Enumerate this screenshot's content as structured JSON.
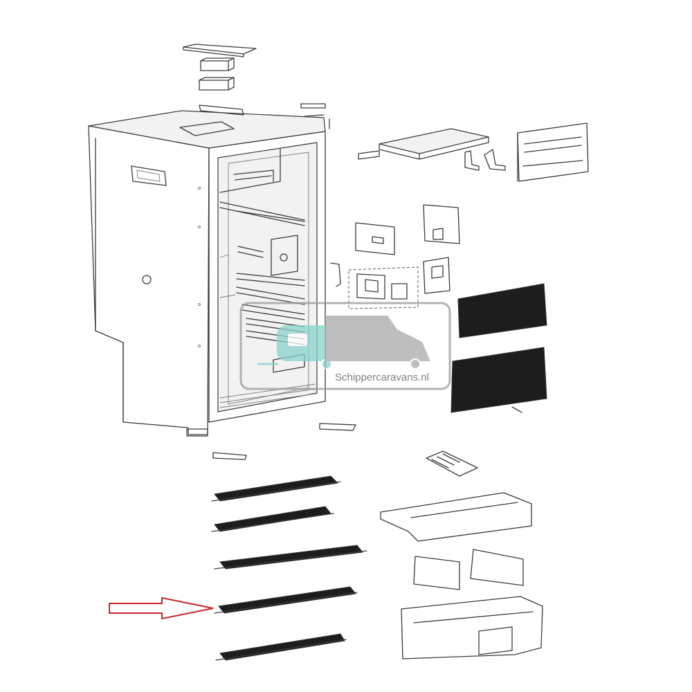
{
  "watermark": {
    "text": "Schippercaravans.nl",
    "colors": {
      "caravan": "#8ad2cc",
      "camper": "#a9a9a9",
      "frame": "#9a9a9a"
    }
  },
  "highlight": {
    "arrow_color": "#c8262a",
    "target": "shelf-4"
  },
  "parts": [
    "cabinet",
    "top-cover",
    "insulation-blocks",
    "evaporator-cover",
    "hinges",
    "door-panel",
    "thermostat-housing",
    "control-module",
    "electronics-box",
    "door-seals",
    "shelf-clips",
    "shelves",
    "ice-tray",
    "freezer-compartment",
    "crisper-lids",
    "crisper-drawer"
  ]
}
